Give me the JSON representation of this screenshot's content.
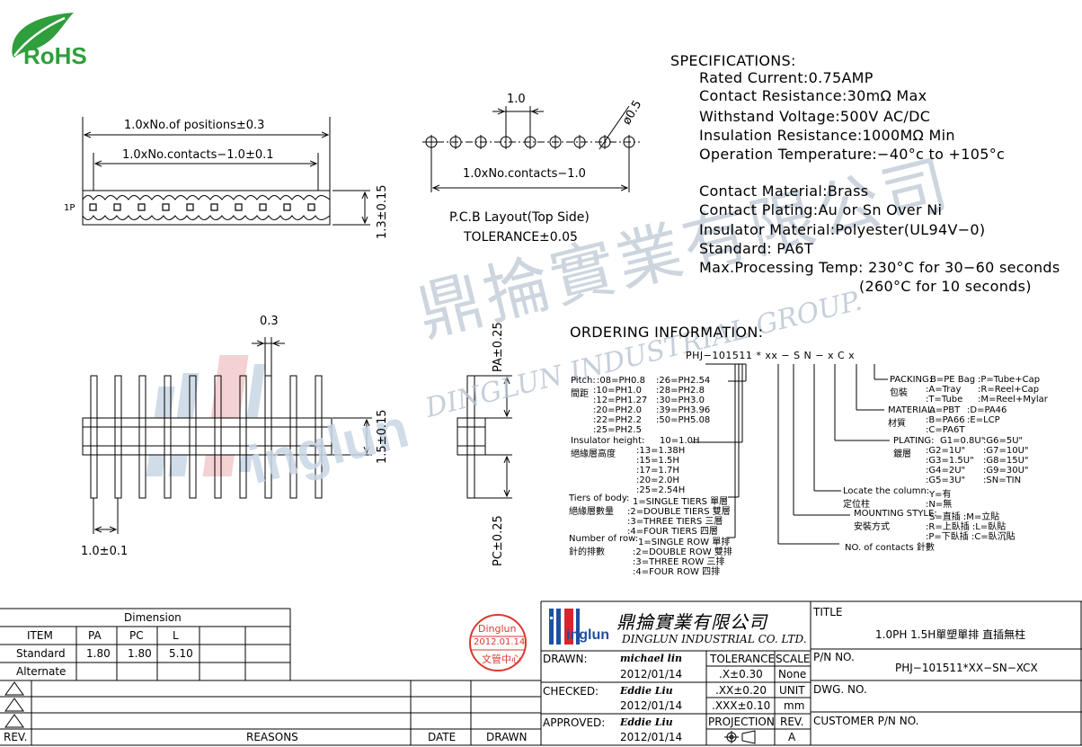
{
  "rohs": "RoHS",
  "specs": {
    "title": "SPECIFICATIONS:",
    "lines": [
      "Rated  Current:0.75AMP",
      "Contact  Resistance:30mΩ  Max",
      "Withstand  Voltage:500V  AC/DC",
      "Insulation  Resistance:1000MΩ  Min",
      "Operation  Temperature:−40°c  to  +105°c",
      "Contact  Material:Brass",
      "Contact  Plating:Au  or  Sn  Over  Ni",
      "Insulator  Material:Polyester(UL94V−0)",
      "Standard:           PA6T",
      "Max.Processing  Temp: 230°C  for  30−60  seconds",
      "(260°C  for  10  seconds)"
    ]
  },
  "top_view": {
    "positions": "1.0xNo.of  positions±0.3",
    "contacts": "1.0xNo.contacts−1.0±0.1",
    "pin1": "1P",
    "height": "1.3±0.15"
  },
  "pcb": {
    "pitch": "1.0",
    "hole": "ø0.5",
    "span": "1.0xNo.contacts−1.0",
    "title": "P.C.B  Layout(Top  Side)",
    "tolerance": "TOLERANCE±0.05"
  },
  "front_view": {
    "pin_width": "0.3",
    "pitch": "1.0±0.1",
    "insulator": "1.5±0.15",
    "pa": "PA±0.25",
    "pc": "PC±0.25"
  },
  "ordering": {
    "title": "ORDERING  INFORMATION:",
    "code": "PHJ−101511 * xx − S  N − x   C   x",
    "pitch": {
      "label": "Pitch:",
      "label_cn": "間距",
      "col1": [
        ":08=PH0.8",
        ":10=PH1.0",
        ":12=PH1.27",
        ":20=PH2.0",
        ":22=PH2.2",
        ":25=PH2.5"
      ],
      "col2": [
        ":26=PH2.54",
        ":28=PH2.8",
        ":30=PH3.0",
        ":39=PH3.96",
        ":50=PH5.08"
      ]
    },
    "insulator": {
      "label": "Insulator  height:",
      "label_cn": "絕緣層高度",
      "items": [
        "10=1.0H",
        ":13=1.38H",
        ":15=1.5H",
        ":17=1.7H",
        ":20=2.0H",
        ":25=2.54H"
      ]
    },
    "tiers": {
      "label": "Tiers  of  body:",
      "label_cn": "絕緣層數量",
      "items": [
        "1=SINGLE  TIERS  單層",
        ":2=DOUBLE  TIERS  雙層",
        ":3=THREE  TIERS  三層",
        ":4=FOUR  TIERS  四層"
      ]
    },
    "rows": {
      "label": "Number  of  row:",
      "label_cn": "針的排數",
      "items": [
        "1=SINGLE  ROW  單排",
        ":2=DOUBLE  ROW  雙排",
        ":3=THREE  ROW  三排",
        ":4=FOUR  ROW  四排"
      ]
    },
    "contacts": "NO.  of  contacts  針數",
    "mounting": {
      "label": "MOUNTING  STYLE:",
      "label_cn": "安裝方式",
      "items": [
        "S=直插  :M=立貼",
        ":R=上臥插  :L=臥貼",
        ":P=下臥插  :C=臥沉貼"
      ]
    },
    "locate": {
      "label": "Locate  the  column:",
      "label_cn": "定位柱",
      "items": [
        "Y=有",
        ":N=無"
      ]
    },
    "plating": {
      "label": "PLATING:",
      "label_cn": "鍍層",
      "col1": [
        "G1=0.8U\"",
        ":G2=1U\"",
        ":G3=1.5U\"",
        ":G4=2U\"",
        ":G5=3U\""
      ],
      "col2": [
        ":G6=5U\"",
        ":G7=10U\"",
        ":G8=15U\"",
        ":G9=30U\"",
        ":SN=TIN"
      ]
    },
    "material": {
      "label": "MATERIAL:",
      "label_cn": "材質",
      "col1": [
        "A=PBT",
        ":B=PA66",
        ":C=PA6T"
      ],
      "col2": [
        ":D=PA46",
        ":E=LCP"
      ]
    },
    "packing": {
      "label": "PACKING:",
      "label_cn": "包裝",
      "col1": [
        "B=PE  Bag",
        ":A=Tray",
        ":T=Tube"
      ],
      "col2": [
        ":P=Tube+Cap",
        ":R=Reel+Cap",
        ":M=Reel+Mylar"
      ]
    }
  },
  "watermark": {
    "cn": "鼎掄實業有限公司",
    "en": "DINGLUN  INDUSTRIAL  GROUP.",
    "logo": "inglun"
  },
  "dimension_table": {
    "title": "Dimension",
    "headers": [
      "ITEM",
      "PA",
      "PC",
      "L"
    ],
    "rows": [
      [
        "Standard",
        "1.80",
        "1.80",
        "5.10"
      ],
      [
        "Alternate",
        "",
        "",
        ""
      ]
    ]
  },
  "stamp": {
    "top": "Dinglun",
    "date": "2012.01.14",
    "bottom": "文管中心"
  },
  "revision": {
    "rev": "REV.",
    "reasons": "REASONS",
    "date": "DATE",
    "drawn": "DRAWN"
  },
  "title_block": {
    "company_cn": "鼎掄實業有限公司",
    "company_en": "DINGLUN  INDUSTRIAL  CO.  LTD.",
    "logo": "inglun",
    "drawn_label": "DRAWN:",
    "drawn_by": "michael lin",
    "drawn_date": "2012/01/14",
    "checked_label": "CHECKED:",
    "checked_by": "Eddie Liu",
    "checked_date": "2012/01/14",
    "approved_label": "APPROVED:",
    "approved_by": "Eddie Liu",
    "approved_date": "2012/01/14",
    "tolerance_label": "TOLERANCE",
    "tol1": ".X±0.30",
    "tol2": ".XX±0.20",
    "tol3": ".XXX±0.10",
    "scale_label": "SCALE",
    "scale": "None",
    "unit_label": "UNIT",
    "unit": "mm",
    "projection_label": "PROJECTION",
    "rev_label": "REV.",
    "rev": "A",
    "title_label": "TITLE",
    "title": "1.0PH  1.5H單塑單排  直插無柱",
    "pn_label": "P/N  NO.",
    "pn": "PHJ−101511*XX−SN−XCX",
    "dwg_label": "DWG.  NO.",
    "customer_label": "CUSTOMER  P/N  NO."
  },
  "colors": {
    "rohs_green": "#2f9e3c",
    "stamp_red": "#d83a2f",
    "logo_blue": "#1f4fa3",
    "logo_red": "#d8262d",
    "watermark": "#b8c4d2"
  }
}
